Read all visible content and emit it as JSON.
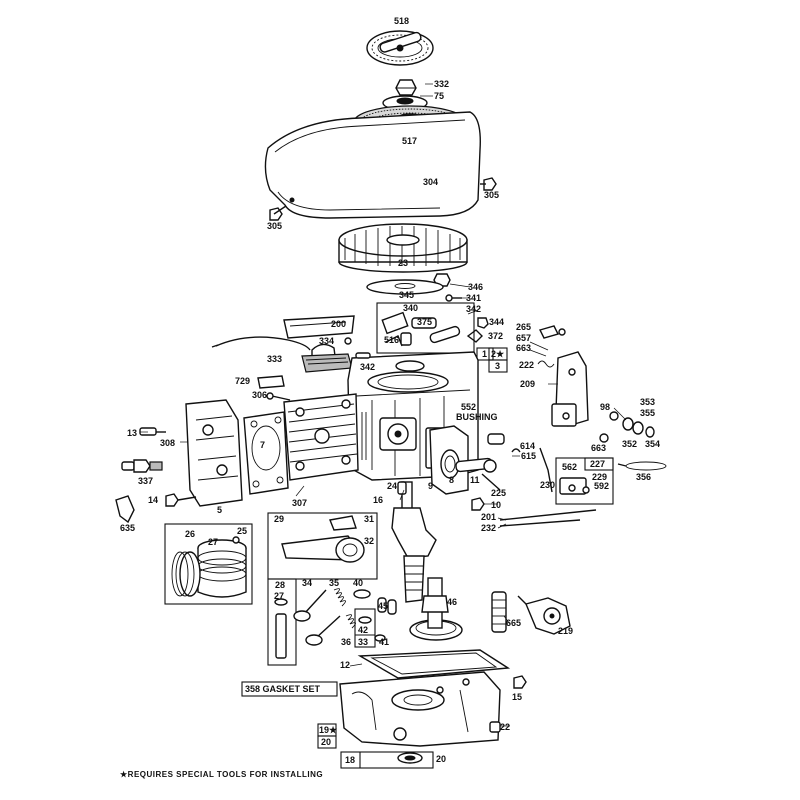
{
  "diagram": {
    "labels": [
      {
        "id": "l518",
        "text": "518"
      },
      {
        "id": "l332",
        "text": "332"
      },
      {
        "id": "l75",
        "text": "75"
      },
      {
        "id": "l517",
        "text": "517"
      },
      {
        "id": "l304",
        "text": "304"
      },
      {
        "id": "l305a",
        "text": "305"
      },
      {
        "id": "l305b",
        "text": "305"
      },
      {
        "id": "l23",
        "text": "23"
      },
      {
        "id": "l346",
        "text": "346"
      },
      {
        "id": "l345",
        "text": "345"
      },
      {
        "id": "l341",
        "text": "341"
      },
      {
        "id": "l340",
        "text": "340"
      },
      {
        "id": "l342a",
        "text": "342"
      },
      {
        "id": "l344",
        "text": "344"
      },
      {
        "id": "l375",
        "text": "375"
      },
      {
        "id": "l372",
        "text": "372"
      },
      {
        "id": "l516",
        "text": "516"
      },
      {
        "id": "l200",
        "text": "200"
      },
      {
        "id": "l334",
        "text": "334"
      },
      {
        "id": "l333",
        "text": "333"
      },
      {
        "id": "l342b",
        "text": "342"
      },
      {
        "id": "l1",
        "text": "1"
      },
      {
        "id": "l2",
        "text": "2★"
      },
      {
        "id": "l3",
        "text": "3"
      },
      {
        "id": "l265",
        "text": "265"
      },
      {
        "id": "l657",
        "text": "657"
      },
      {
        "id": "l663a",
        "text": "663"
      },
      {
        "id": "l222",
        "text": "222"
      },
      {
        "id": "l209",
        "text": "209"
      },
      {
        "id": "l729",
        "text": "729"
      },
      {
        "id": "l306",
        "text": "306"
      },
      {
        "id": "l98",
        "text": "98"
      },
      {
        "id": "l353",
        "text": "353"
      },
      {
        "id": "l355",
        "text": "355"
      },
      {
        "id": "l352",
        "text": "352"
      },
      {
        "id": "l354",
        "text": "354"
      },
      {
        "id": "l663b",
        "text": "663"
      },
      {
        "id": "l552",
        "text": "552"
      },
      {
        "id": "lbushing",
        "text": "BUSHING"
      },
      {
        "id": "l13",
        "text": "13"
      },
      {
        "id": "l308",
        "text": "308"
      },
      {
        "id": "l7",
        "text": "7"
      },
      {
        "id": "l614",
        "text": "614"
      },
      {
        "id": "l615",
        "text": "615"
      },
      {
        "id": "l562",
        "text": "562"
      },
      {
        "id": "l227",
        "text": "227"
      },
      {
        "id": "l229",
        "text": "229"
      },
      {
        "id": "l592",
        "text": "592"
      },
      {
        "id": "l356",
        "text": "356"
      },
      {
        "id": "l337",
        "text": "337"
      },
      {
        "id": "l24",
        "text": "24"
      },
      {
        "id": "l9",
        "text": "9"
      },
      {
        "id": "l8",
        "text": "8"
      },
      {
        "id": "l11",
        "text": "11"
      },
      {
        "id": "l230",
        "text": "230"
      },
      {
        "id": "l225",
        "text": "225"
      },
      {
        "id": "l14",
        "text": "14"
      },
      {
        "id": "l307",
        "text": "307"
      },
      {
        "id": "l16",
        "text": "16"
      },
      {
        "id": "l10",
        "text": "10"
      },
      {
        "id": "l5",
        "text": "5"
      },
      {
        "id": "l201",
        "text": "201"
      },
      {
        "id": "l232",
        "text": "232"
      },
      {
        "id": "l635",
        "text": "635"
      },
      {
        "id": "l29",
        "text": "29"
      },
      {
        "id": "l31",
        "text": "31"
      },
      {
        "id": "l25",
        "text": "25"
      },
      {
        "id": "l26",
        "text": "26"
      },
      {
        "id": "l27a",
        "text": "27"
      },
      {
        "id": "l32",
        "text": "32"
      },
      {
        "id": "l28",
        "text": "28"
      },
      {
        "id": "l27b",
        "text": "27"
      },
      {
        "id": "l34",
        "text": "34"
      },
      {
        "id": "l35",
        "text": "35"
      },
      {
        "id": "l40",
        "text": "40"
      },
      {
        "id": "l45",
        "text": "45"
      },
      {
        "id": "l46",
        "text": "46"
      },
      {
        "id": "l42",
        "text": "42"
      },
      {
        "id": "l33",
        "text": "33"
      },
      {
        "id": "l36",
        "text": "36"
      },
      {
        "id": "l41",
        "text": "41"
      },
      {
        "id": "l665",
        "text": "665"
      },
      {
        "id": "l219",
        "text": "219"
      },
      {
        "id": "l12",
        "text": "12"
      },
      {
        "id": "l15",
        "text": "15"
      },
      {
        "id": "l358",
        "text": "358 GASKET SET"
      },
      {
        "id": "l19",
        "text": "19★"
      },
      {
        "id": "l20a",
        "text": "20"
      },
      {
        "id": "l22",
        "text": "22"
      },
      {
        "id": "l18",
        "text": "18"
      },
      {
        "id": "l20b",
        "text": "20"
      }
    ],
    "footnote": "★REQUIRES SPECIAL TOOLS FOR INSTALLING"
  }
}
